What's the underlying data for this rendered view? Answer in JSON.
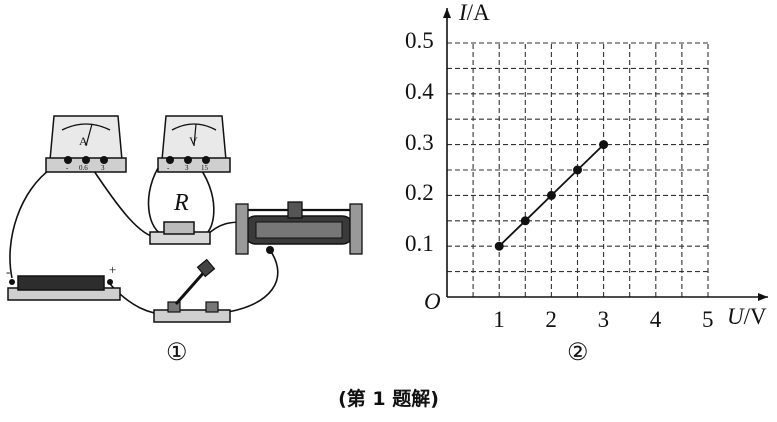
{
  "figure1": {
    "marker": "①",
    "ammeter": {
      "symbol": "A",
      "terminals": [
        "-",
        "0.6",
        "3"
      ]
    },
    "voltmeter": {
      "symbol": "V",
      "terminals": [
        "-",
        "3",
        "15"
      ]
    },
    "resistor_label": "R",
    "battery_polarity": {
      "negative": "-",
      "positive": "+"
    }
  },
  "figure2": {
    "marker": "②",
    "origin_label": "O"
  },
  "caption": "(第 1 题解)",
  "chart_data": {
    "type": "scatter",
    "title": "",
    "xlabel_var": "U",
    "xlabel_unit": "V",
    "ylabel_var": "I",
    "ylabel_unit": "A",
    "xlim": [
      0,
      5
    ],
    "ylim": [
      0,
      0.5
    ],
    "grid": true,
    "grid_style": "dashed",
    "xticks": [
      "1",
      "2",
      "3",
      "4",
      "5"
    ],
    "yticks": [
      "0.1",
      "0.2",
      "0.3",
      "0.4",
      "0.5"
    ],
    "x_minor_step": 0.5,
    "y_minor_step": 0.05,
    "series": [
      {
        "points": [
          [
            1.0,
            0.1
          ],
          [
            1.5,
            0.15
          ],
          [
            2.0,
            0.2
          ],
          [
            2.5,
            0.25
          ],
          [
            3.0,
            0.3
          ]
        ],
        "line": true
      }
    ],
    "colors": {
      "line": "#111111",
      "grid": "#333333",
      "axis": "#111111"
    }
  }
}
